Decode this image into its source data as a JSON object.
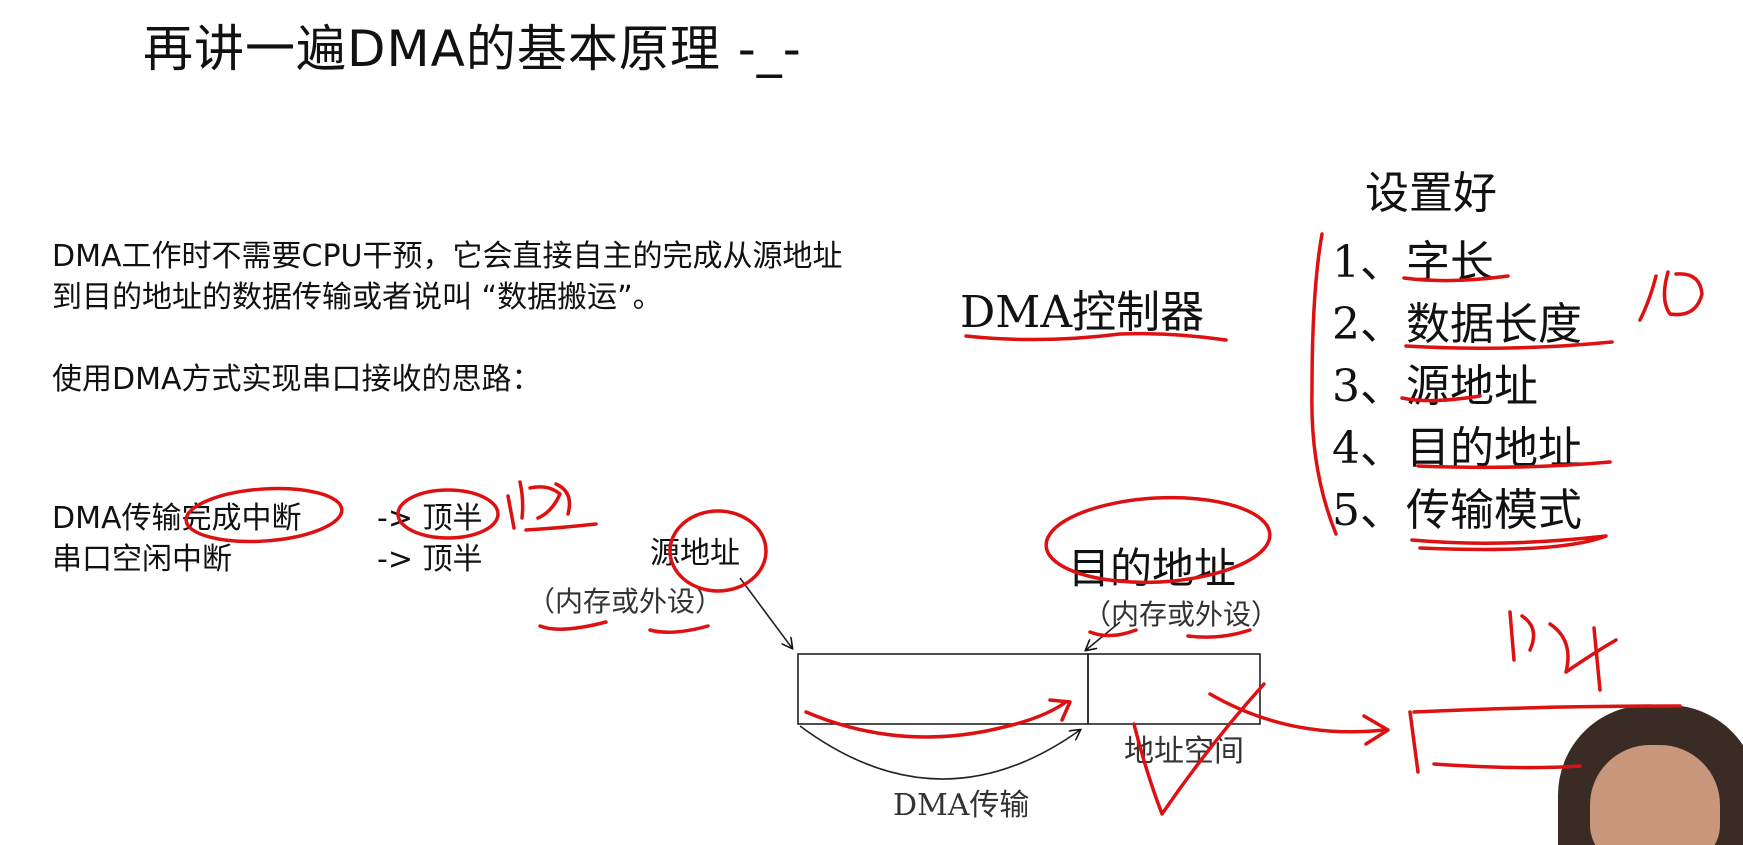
{
  "title": "再讲一遍DMA的基本原理  -_-",
  "body": {
    "paragraph1": "DMA工作时不需要CPU干预，它会直接自主的完成从源地址到目的地址的数据传输或者说叫 “数据搬运”。",
    "paragraph2": "使用DMA方式实现串口接收的思路："
  },
  "interrupts": [
    {
      "name": "DMA传输完成中断",
      "target": "-> 顶半"
    },
    {
      "name": "串口空闲中断",
      "target": "-> 顶半"
    }
  ],
  "controller": {
    "label": "DMA控制器"
  },
  "setup": {
    "title": "设置好",
    "items": [
      {
        "num": "1、",
        "label": "字长"
      },
      {
        "num": "2、",
        "label": "数据长度"
      },
      {
        "num": "3、",
        "label": "源地址"
      },
      {
        "num": "4、",
        "label": "目的地址"
      },
      {
        "num": "5、",
        "label": "传输模式"
      }
    ]
  },
  "diagram": {
    "source_label": "源地址",
    "source_sub": "（内存或外设）",
    "dest_label": "目的地址",
    "dest_sub": "（内存或外设）",
    "address_space_label": "地址空间",
    "transfer_label": "DMA传输"
  },
  "annotation_color": "#dd1111"
}
